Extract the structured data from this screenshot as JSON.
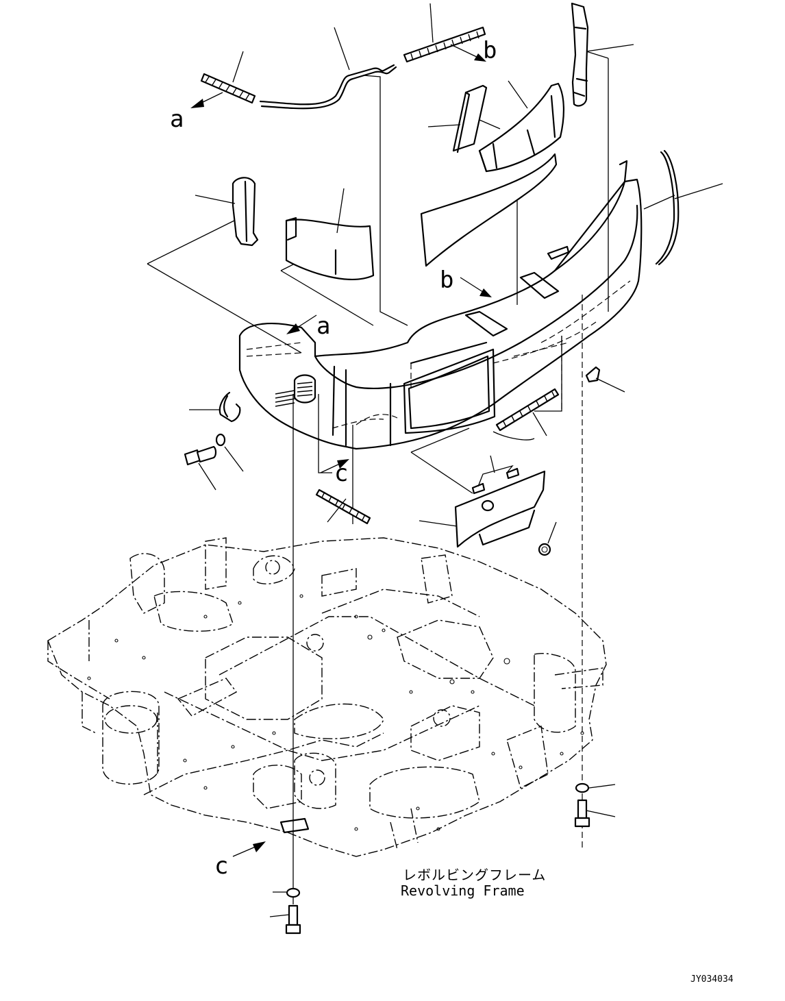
{
  "diagram": {
    "callouts": {
      "a_top": "a",
      "a_mid": "a",
      "b_top": "b",
      "b_mid": "b",
      "c_mid": "c",
      "c_low": "c"
    },
    "frame_label_jp": "レボルビングフレーム",
    "frame_label_en": "Revolving Frame",
    "drawing_code": "JY034034"
  }
}
